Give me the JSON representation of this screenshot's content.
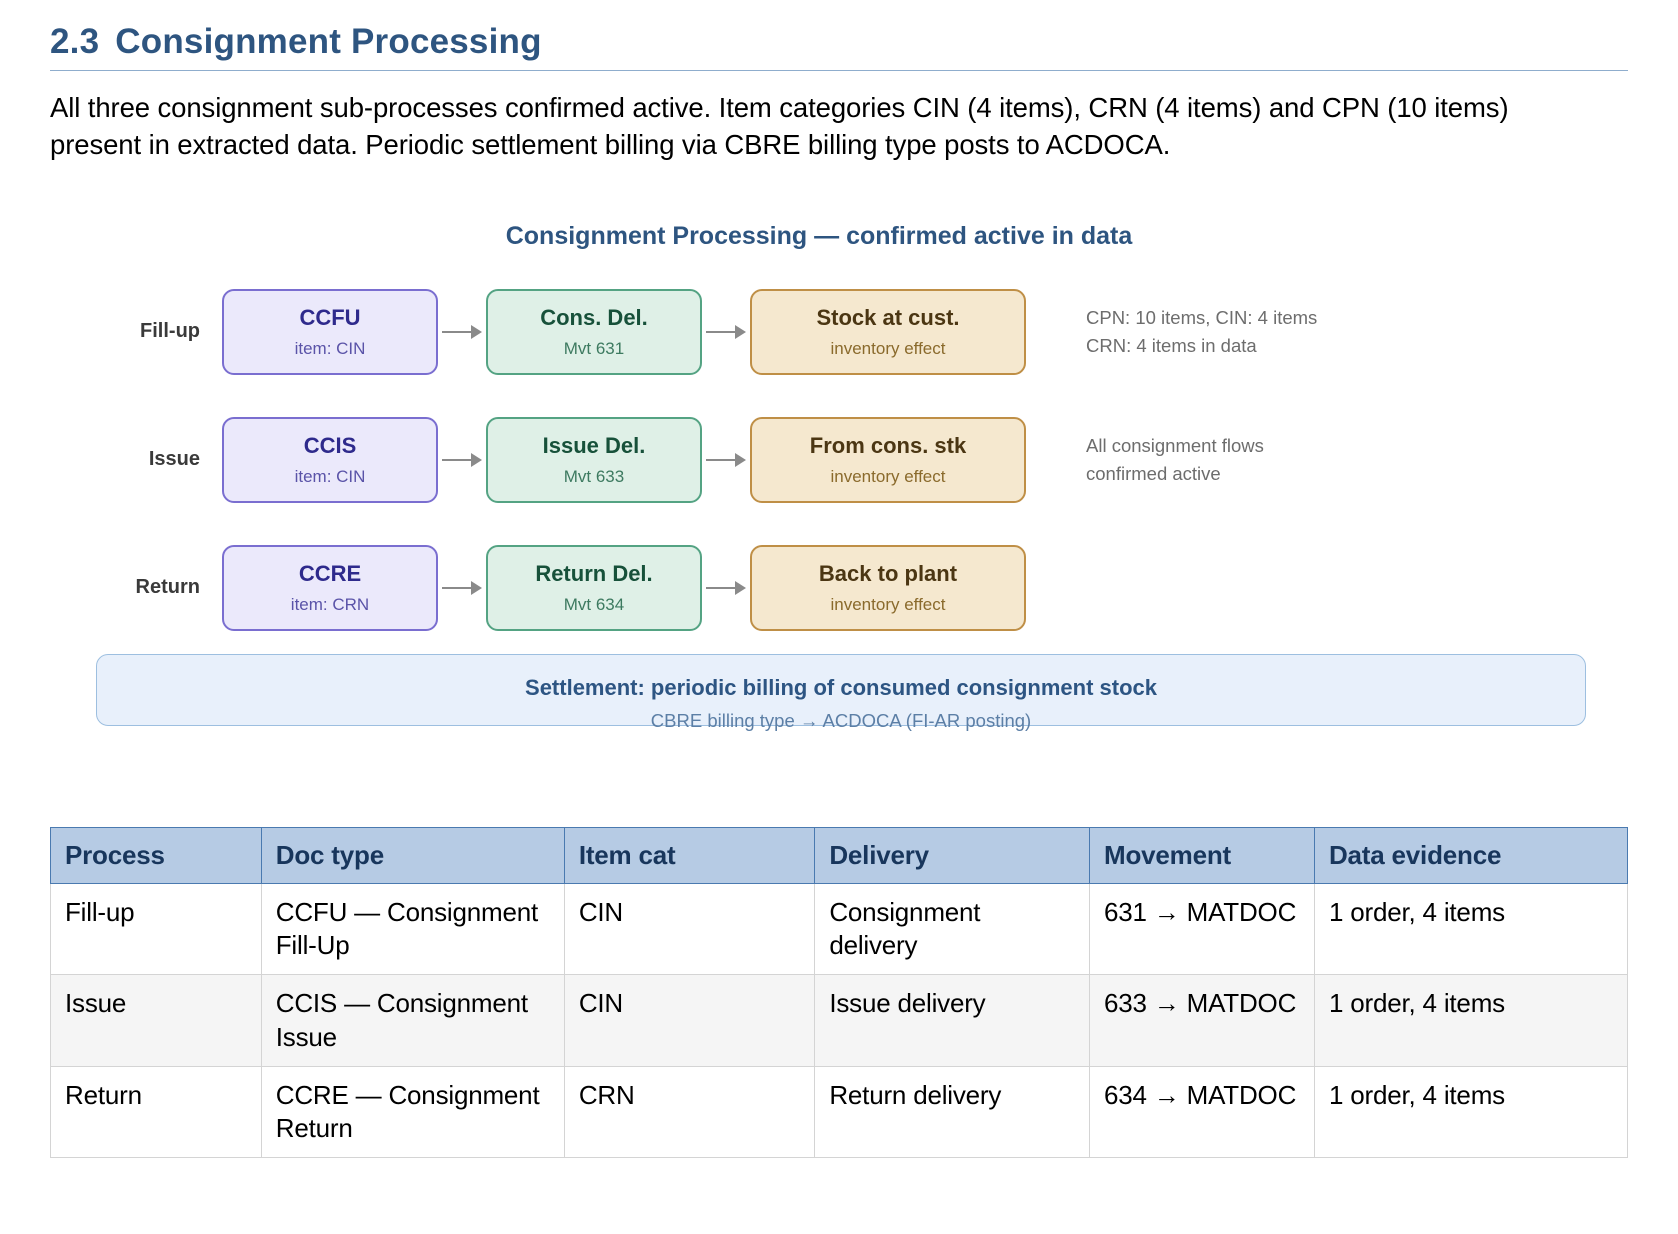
{
  "heading": {
    "number": "2.3",
    "title": "Consignment Processing"
  },
  "intro": "All three consignment sub-processes confirmed active. Item categories CIN (4 items), CRN (4 items) and CPN (10 items) present in extracted data. Periodic settlement billing via CBRE billing type posts to ACDOCA.",
  "figure": {
    "title": "Consignment Processing — confirmed active in data",
    "rows": [
      {
        "label": "Fill-up",
        "doc": {
          "title": "CCFU",
          "sub": "item: CIN"
        },
        "delivery": {
          "title": "Cons. Del.",
          "sub": "Mvt 631"
        },
        "effect": {
          "title": "Stock at cust.",
          "sub": "inventory effect"
        }
      },
      {
        "label": "Issue",
        "doc": {
          "title": "CCIS",
          "sub": "item: CIN"
        },
        "delivery": {
          "title": "Issue Del.",
          "sub": "Mvt 633"
        },
        "effect": {
          "title": "From cons. stk",
          "sub": "inventory effect"
        }
      },
      {
        "label": "Return",
        "doc": {
          "title": "CCRE",
          "sub": "item: CRN"
        },
        "delivery": {
          "title": "Return Del.",
          "sub": "Mvt 634"
        },
        "effect": {
          "title": "Back to plant",
          "sub": "inventory effect"
        }
      }
    ],
    "notes": [
      {
        "line1": "CPN: 10 items, CIN: 4 items",
        "line2": "CRN: 4 items in data"
      },
      {
        "line1": "All consignment flows",
        "line2": "confirmed active"
      }
    ],
    "settlement": {
      "main": "Settlement: periodic billing of consumed consignment stock",
      "sub": "CBRE billing type → ACDOCA (FI-AR posting)"
    }
  },
  "table": {
    "headers": [
      "Process",
      "Doc type",
      "Item cat",
      "Delivery",
      "Movement",
      "Data evidence"
    ],
    "rows": [
      {
        "process": "Fill-up",
        "doc_type": "CCFU — Consignment Fill-Up",
        "item_cat": "CIN",
        "delivery": "Consignment delivery",
        "movement": "631 → MATDOC",
        "evidence": "1 order, 4 items"
      },
      {
        "process": "Issue",
        "doc_type": "CCIS — Consignment Issue",
        "item_cat": "CIN",
        "delivery": "Issue delivery",
        "movement": "633 → MATDOC",
        "evidence": "1 order, 4 items"
      },
      {
        "process": "Return",
        "doc_type": "CCRE — Consignment Return",
        "item_cat": "CRN",
        "delivery": "Return delivery",
        "movement": "634 → MATDOC",
        "evidence": "1 order, 4 items"
      }
    ]
  },
  "colors": {
    "heading": "#2e5580",
    "doc_border": "#7a6ed0",
    "doc_fill": "#ebe9fb",
    "delivery_border": "#54a383",
    "delivery_fill": "#dff0e7",
    "effect_border": "#bf8f46",
    "effect_fill": "#f5e8cf",
    "banner_fill": "#e8f0fb",
    "table_header": "#b6cbe4"
  }
}
